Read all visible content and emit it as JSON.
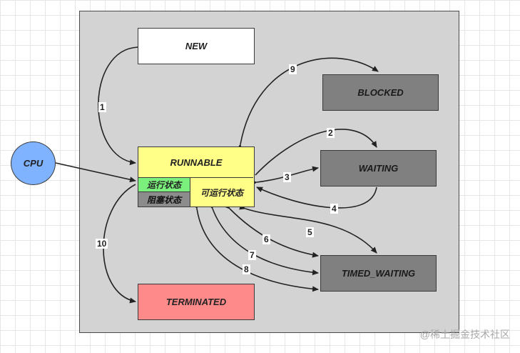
{
  "states": {
    "new": "NEW",
    "runnable": "RUNNABLE",
    "running": "运行状态",
    "blocked_sub": "阻塞状态",
    "ready": "可运行状态",
    "blocked": "BLOCKED",
    "waiting": "WAITING",
    "timed_waiting": "TIMED_WAITING",
    "terminated": "TERMINATED",
    "cpu": "CPU"
  },
  "edges": {
    "e1": "1",
    "e2": "2",
    "e3": "3",
    "e4": "4",
    "e5": "5",
    "e6": "6",
    "e7": "7",
    "e8": "8",
    "e9": "9",
    "e10": "10"
  },
  "watermark": "@稀土掘金技术社区",
  "colors": {
    "panel": "#d3d3d3",
    "runnable": "#ffff88",
    "running": "#7cf07c",
    "blocked_sub": "#8c8c8c",
    "gray_state": "#808080",
    "terminated": "#ff8a8a",
    "cpu": "#7fb2ff"
  }
}
